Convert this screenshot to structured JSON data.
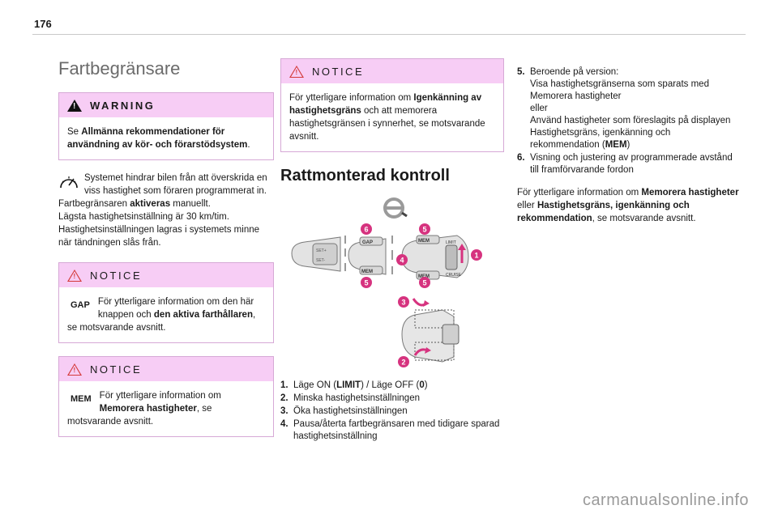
{
  "page": {
    "number": "176",
    "watermark": "carmanualsonline.info"
  },
  "left": {
    "title": "Fartbegränsare",
    "warning": {
      "label": "WARNING",
      "text_pre": "Se ",
      "text_bold": "Allmänna rekommendationer för användning av kör- och förarstödsystem",
      "text_post": "."
    },
    "intro": {
      "line1": "Systemet hindrar bilen från att överskrida en viss hastighet som föraren programmerat in.",
      "line2_pre": "Fartbegränsaren ",
      "line2_bold": "aktiveras",
      "line2_post": " manuellt.",
      "line3": "Lägsta hastighetsinställning är 30 km/tim.",
      "line4": "Hastighetsinställningen lagras i systemets minne när tändningen slås från."
    },
    "notice1": {
      "label": "NOTICE",
      "badge": "GAP",
      "text_pre": "För ytterligare information om den här knappen och ",
      "text_bold": "den aktiva farthållaren",
      "text_post": ", se motsvarande avsnitt."
    },
    "notice2": {
      "label": "NOTICE",
      "badge": "MEM",
      "text_pre": "För ytterligare information om ",
      "text_bold": "Memorera hastigheter",
      "text_post": ", se motsvarande avsnitt."
    }
  },
  "middle": {
    "notice": {
      "label": "NOTICE",
      "text_pre": "För ytterligare information om ",
      "text_bold": "Igenkänning av hastighetsgräns",
      "text_post": " och att memorera hastighetsgränsen i synnerhet, se motsvarande avsnitt."
    },
    "title": "Rattmonterad kontroll",
    "figure": {
      "callouts": [
        "6",
        "5",
        "4",
        "1",
        "5",
        "5",
        "3",
        "2"
      ],
      "lever_labels": {
        "gap": "GAP",
        "mem": "MEM",
        "limit": "LIMIT",
        "cruise": "CRUISE",
        "set_plus": "SET+",
        "set_minus": "SET-"
      }
    },
    "list": [
      {
        "n": "1.",
        "pre": "Läge ON (",
        "b1": "LIMIT",
        "mid": ") / Läge OFF (",
        "b2": "0",
        "post": ")"
      },
      {
        "n": "2.",
        "pre": "Minska hastighetsinställningen",
        "b1": "",
        "mid": "",
        "b2": "",
        "post": ""
      },
      {
        "n": "3.",
        "pre": "Öka hastighetsinställningen",
        "b1": "",
        "mid": "",
        "b2": "",
        "post": ""
      },
      {
        "n": "4.",
        "pre": "Pausa/återta fartbegränsaren med tidigare sparad hastighetsinställning",
        "b1": "",
        "mid": "",
        "b2": "",
        "post": ""
      }
    ]
  },
  "right": {
    "item5": {
      "n": "5.",
      "l1": "Beroende på version:",
      "l2": "Visa hastighetsgränserna som sparats med Memorera hastigheter",
      "l3": "eller",
      "l4_pre": "Använd hastigheter som föreslagits på displayen Hastighetsgräns, igenkänning och rekommendation (",
      "l4_bold": "MEM",
      "l4_post": ")"
    },
    "item6": {
      "n": "6.",
      "text": "Visning och justering av programmerade avstånd till framförvarande fordon"
    },
    "para": {
      "pre": "För ytterligare information om ",
      "b1": "Memorera hastigheter",
      "mid": " eller ",
      "b2": "Hastighetsgräns, igenkänning och rekommendation",
      "post": ", se motsvarande avsnitt."
    }
  },
  "colors": {
    "notice_header": "#f7cdf5",
    "accent": "#d6337f",
    "warning_red": "#d43b3b"
  }
}
